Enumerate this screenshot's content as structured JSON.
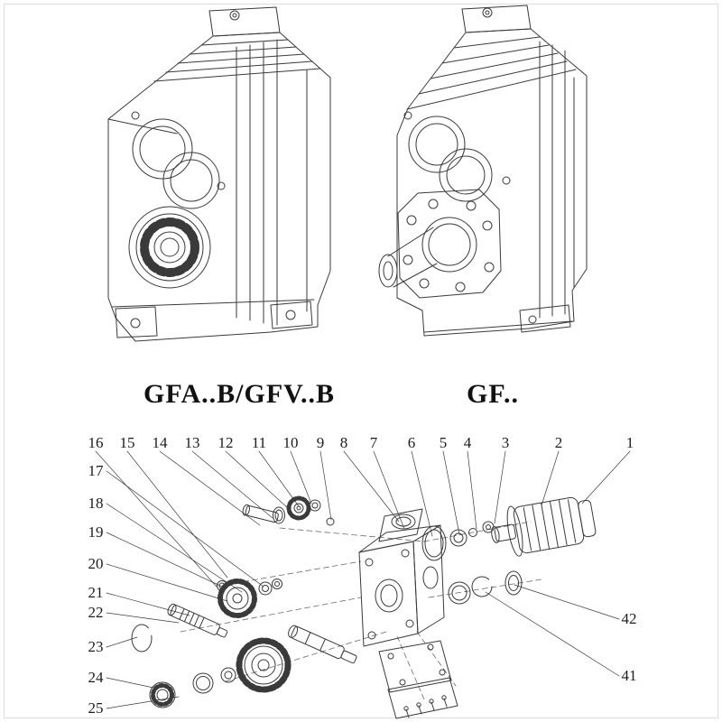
{
  "captions": {
    "left_model": "GFA..B/GFV..B",
    "right_model": "GF.."
  },
  "exploded": {
    "top_numbers": [
      "16",
      "15",
      "14",
      "13",
      "12",
      "11",
      "10",
      "9",
      "8",
      "7",
      "6",
      "5",
      "4",
      "3",
      "2",
      "1"
    ],
    "left_numbers": [
      "17",
      "18",
      "19",
      "20",
      "21",
      "22",
      "23",
      "24",
      "25"
    ],
    "right_numbers": [
      "42",
      "41"
    ]
  },
  "colors": {
    "line": "#3a3a3a",
    "background": "#ffffff"
  }
}
